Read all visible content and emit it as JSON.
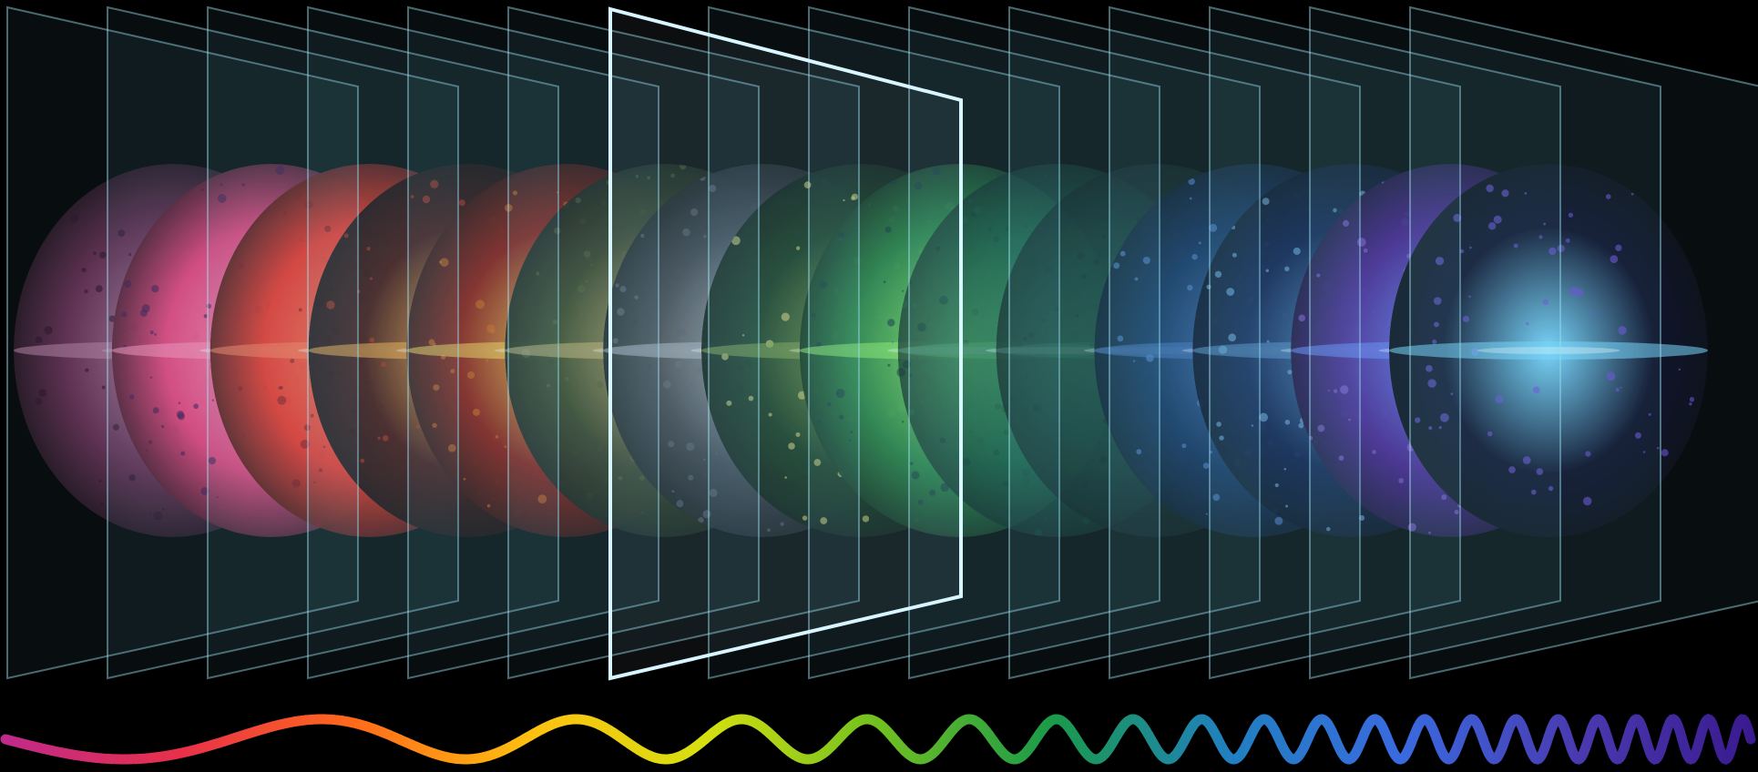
{
  "background_color": "#000000",
  "highlighted_panel_index": 6,
  "highlight_color": "#d8f6ff",
  "panel_count": 15,
  "panel_color": "#9fe3f2",
  "sky_maps": [
    {
      "name": "sky-map-radio",
      "base": "#8a3a6a",
      "band": "#ffb0e0",
      "speckle": "#3a1430",
      "opacity": 0.7
    },
    {
      "name": "sky-map-radio-2",
      "base": "#e63c74",
      "band": "#ff8fb8",
      "speckle": "#3b1248",
      "opacity": 0.95
    },
    {
      "name": "sky-map-microwave",
      "base": "#ee2a1a",
      "band": "#ff7a50",
      "speckle": "#7a0c10",
      "opacity": 0.95
    },
    {
      "name": "sky-map-far-infrared-1",
      "base": "#3a0a06",
      "band": "#ffb040",
      "speckle": "#b02a10",
      "opacity": 0.95
    },
    {
      "name": "sky-map-far-infrared-2",
      "base": "#8a1208",
      "band": "#ffd64a",
      "speckle": "#d06010",
      "opacity": 0.95
    },
    {
      "name": "sky-map-mid-infrared",
      "base": "#2c3a1e",
      "band": "#c9b070",
      "speckle": "#4a5430",
      "opacity": 0.9
    },
    {
      "name": "sky-map-near-infrared",
      "base": "#3a3d48",
      "band": "#b0b8c8",
      "speckle": "#5a6070",
      "opacity": 0.9
    },
    {
      "name": "sky-map-optical",
      "base": "#0d3012",
      "band": "#7aa040",
      "speckle": "#d8d070",
      "opacity": 0.92
    },
    {
      "name": "sky-map-hydrogen",
      "base": "#1f7a36",
      "band": "#8ef060",
      "speckle": "#0a2a30",
      "opacity": 0.95
    },
    {
      "name": "sky-map-uv",
      "base": "#0f4a34",
      "band": "#2a7a56",
      "speckle": "#0a3a2a",
      "opacity": 0.75
    },
    {
      "name": "sky-map-euv",
      "base": "#102a26",
      "band": "#1a4a40",
      "speckle": "#0a1a18",
      "opacity": 0.7
    },
    {
      "name": "sky-map-xray-soft",
      "base": "#0f2a5a",
      "band": "#4a7ad0",
      "speckle": "#5a8ae0",
      "opacity": 0.85
    },
    {
      "name": "sky-map-xray",
      "base": "#0a1540",
      "band": "#5a90c8",
      "speckle": "#7ab0e0",
      "opacity": 0.9
    },
    {
      "name": "sky-map-gamma-soft",
      "base": "#4a1a8a",
      "band": "#6a8aff",
      "speckle": "#8a5ad0",
      "opacity": 0.95
    },
    {
      "name": "sky-map-gamma",
      "base": "#0a0820",
      "band": "#7ad8ff",
      "speckle": "#6a4ad0",
      "opacity": 1.0
    }
  ],
  "spectrum_wave": {
    "colors": [
      "#c02a8a",
      "#e8304a",
      "#ff6a1a",
      "#ffc010",
      "#d6e010",
      "#70c020",
      "#1a9a4a",
      "#2080c0",
      "#3a6ae0",
      "#4a3ab0",
      "#3a1a90"
    ],
    "cycles": 20
  }
}
